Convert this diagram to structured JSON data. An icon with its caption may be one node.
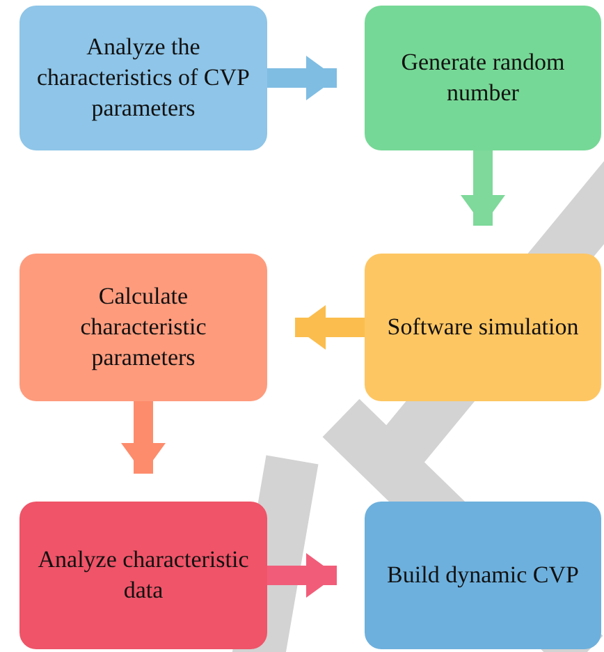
{
  "diagram": {
    "nodes": [
      {
        "text": [
          "Analyze the characteristics of CVP parameters"
        ]
      },
      {
        "text": [
          "Generate random number"
        ]
      },
      {
        "text": [
          "Software simulation"
        ]
      },
      {
        "text": [
          "Calculate characteristic parameters"
        ]
      },
      {
        "text": [
          "Analyze characteristic data"
        ]
      },
      {
        "text": [
          "Build dynamic CVP"
        ]
      }
    ],
    "edges": [
      {
        "from": 0,
        "to": 1,
        "arrow": "to",
        "color": "#7fbde3"
      },
      {
        "from": 1,
        "to": 2,
        "arrow": "to",
        "color": "#7ed99a"
      },
      {
        "from": 2,
        "to": 3,
        "arrow": "to",
        "color": "#fbbd4d"
      },
      {
        "from": 3,
        "to": 4,
        "arrow": "to",
        "color": "#fd8c6c"
      },
      {
        "from": 4,
        "to": 5,
        "arrow": "to",
        "color": "#f15d79"
      }
    ]
  }
}
